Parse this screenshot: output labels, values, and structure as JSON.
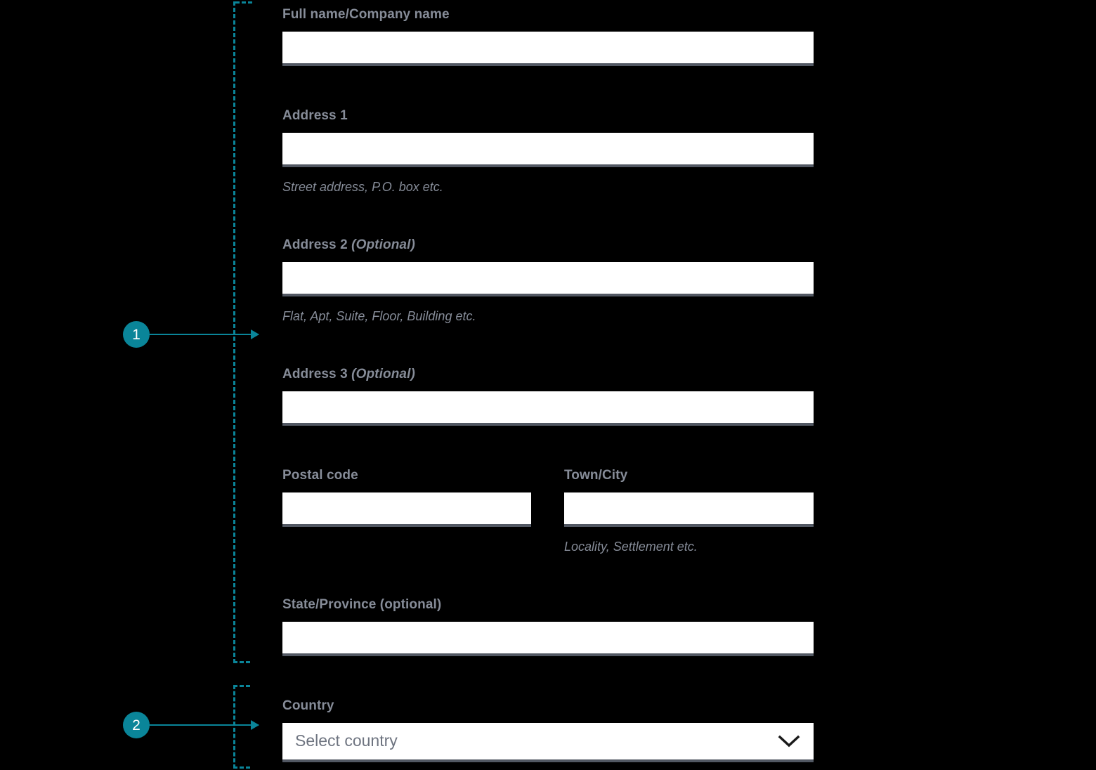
{
  "theme": {
    "page_background": "#000000",
    "accent": "#0a8599",
    "label_color": "#868c98",
    "input_background": "#ffffff",
    "input_underline": "#525863",
    "placeholder_color": "#6e7480"
  },
  "annotations": {
    "markers": [
      {
        "number": "1",
        "icon": "arrow-right-icon",
        "targets": "address-fields-group"
      },
      {
        "number": "2",
        "icon": "arrow-right-icon",
        "targets": "country-field-group"
      }
    ]
  },
  "form": {
    "fields": [
      {
        "id": "full-name",
        "label": "Full name/Company name",
        "optional_suffix": "",
        "value": "",
        "placeholder": "",
        "helper": ""
      },
      {
        "id": "address-1",
        "label": "Address 1",
        "optional_suffix": "",
        "value": "",
        "placeholder": "",
        "helper": "Street address, P.O. box etc."
      },
      {
        "id": "address-2",
        "label": "Address 2",
        "optional_suffix": "(Optional)",
        "value": "",
        "placeholder": "",
        "helper": "Flat, Apt, Suite, Floor, Building etc."
      },
      {
        "id": "address-3",
        "label": "Address 3",
        "optional_suffix": "(Optional)",
        "value": "",
        "placeholder": "",
        "helper": ""
      },
      {
        "id": "postal-code",
        "label": "Postal code",
        "optional_suffix": "",
        "value": "",
        "placeholder": "",
        "helper": ""
      },
      {
        "id": "town-city",
        "label": "Town/City",
        "optional_suffix": "",
        "value": "",
        "placeholder": "",
        "helper": "Locality, Settlement etc."
      },
      {
        "id": "state-province",
        "label": "State/Province (optional)",
        "optional_suffix": "",
        "value": "",
        "placeholder": "",
        "helper": ""
      }
    ],
    "country": {
      "label": "Country",
      "selected_value": "Select country",
      "chevron_icon": "chevron-down-icon"
    }
  }
}
